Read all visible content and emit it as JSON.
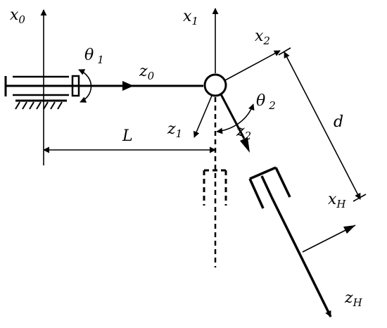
{
  "labels": {
    "x0": {
      "main": "x",
      "sub": "0"
    },
    "x1": {
      "main": "x",
      "sub": "1"
    },
    "x2": {
      "main": "x",
      "sub": "2"
    },
    "z0": {
      "main": "z",
      "sub": "0"
    },
    "z1": {
      "main": "z",
      "sub": "1"
    },
    "z2": {
      "main": "z",
      "sub": "2"
    },
    "theta1": {
      "main": "θ",
      "sub": "1"
    },
    "theta2": {
      "main": "θ",
      "sub": "2"
    },
    "L": "L",
    "d": "d",
    "xH": {
      "main": "x",
      "sub": "H"
    },
    "zH": {
      "main": "z",
      "sub": "H"
    }
  }
}
